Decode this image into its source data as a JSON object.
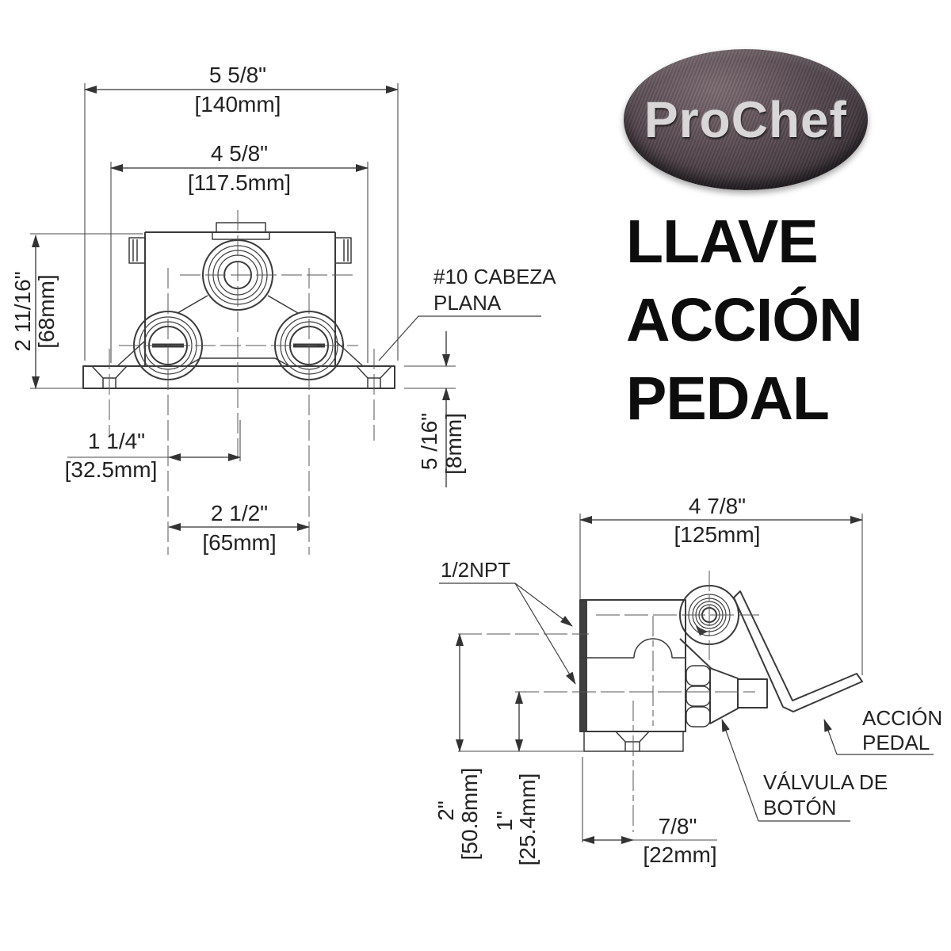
{
  "logo": {
    "text": "ProChef"
  },
  "title": {
    "lines": [
      "LLAVE",
      "ACCIÓN",
      "PEDAL"
    ]
  },
  "front_view": {
    "dims": {
      "overall_width": {
        "inches": "5 5/8\"",
        "mm": "[140mm]"
      },
      "inner_width": {
        "inches": "4 5/8\"",
        "mm": "[117.5mm]"
      },
      "height": {
        "inches": "2 11/16\"",
        "mm": "[68mm]"
      },
      "foot_thickness": {
        "inches": "5 /16\"",
        "mm": "[8mm]"
      },
      "center_offset": {
        "inches": "1 1/4\"",
        "mm": "[32.5mm]"
      },
      "port_spacing": {
        "inches": "2 1/2\"",
        "mm": "[65mm]"
      }
    },
    "labels": {
      "flat_head_line1": "#10 CABEZA",
      "flat_head_line2": "PLANA"
    }
  },
  "side_view": {
    "dims": {
      "overall_depth": {
        "inches": "4 7/8\"",
        "mm": "[125mm]"
      },
      "upper_port_height": {
        "inches": "2\"",
        "mm": "[50.8mm]"
      },
      "lower_port_height": {
        "inches": "1\"",
        "mm": "[25.4mm]"
      },
      "foot_offset": {
        "inches": "7/8\"",
        "mm": "[22mm]"
      }
    },
    "labels": {
      "npt": "1/2NPT",
      "pedal_line1": "ACCIÓN",
      "pedal_line2": "PEDAL",
      "button_valve_line1": "VÁLVULA DE",
      "button_valve_line2": "BOTÓN"
    }
  }
}
